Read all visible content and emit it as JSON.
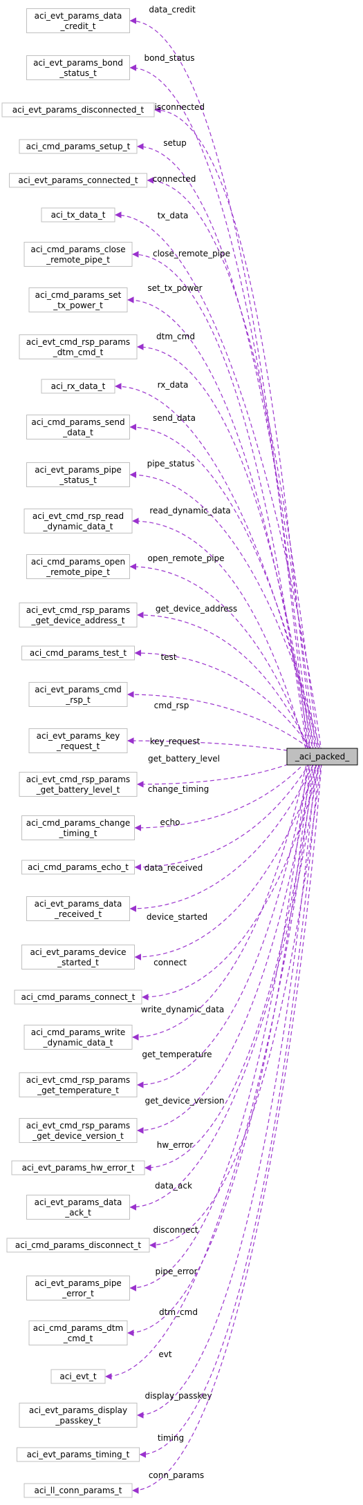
{
  "diagram": {
    "main_node": "_aci_packed_",
    "colors": {
      "edge": "#9a32cd",
      "node_border": "#bfbfbf",
      "main_fill": "#bfbfbf",
      "main_border": "#000000"
    },
    "nodes": [
      {
        "lines": [
          "aci_evt_params_data",
          "_credit_t"
        ],
        "edge_label": "data_credit"
      },
      {
        "lines": [
          "aci_evt_params_bond",
          "_status_t"
        ],
        "edge_label": "bond_status"
      },
      {
        "lines": [
          "aci_evt_params_disconnected_t"
        ],
        "edge_label": "disconnected"
      },
      {
        "lines": [
          "aci_cmd_params_setup_t"
        ],
        "edge_label": "setup"
      },
      {
        "lines": [
          "aci_evt_params_connected_t"
        ],
        "edge_label": "connected"
      },
      {
        "lines": [
          "aci_tx_data_t"
        ],
        "edge_label": "tx_data"
      },
      {
        "lines": [
          "aci_cmd_params_close",
          "_remote_pipe_t"
        ],
        "edge_label": "close_remote_pipe"
      },
      {
        "lines": [
          "aci_cmd_params_set",
          "_tx_power_t"
        ],
        "edge_label": "set_tx_power"
      },
      {
        "lines": [
          "aci_evt_cmd_rsp_params",
          "_dtm_cmd_t"
        ],
        "edge_label": "dtm_cmd"
      },
      {
        "lines": [
          "aci_rx_data_t"
        ],
        "edge_label": "rx_data"
      },
      {
        "lines": [
          "aci_cmd_params_send",
          "_data_t"
        ],
        "edge_label": "send_data"
      },
      {
        "lines": [
          "aci_evt_params_pipe",
          "_status_t"
        ],
        "edge_label": "pipe_status"
      },
      {
        "lines": [
          "aci_evt_cmd_rsp_read",
          "_dynamic_data_t"
        ],
        "edge_label": "read_dynamic_data"
      },
      {
        "lines": [
          "aci_cmd_params_open",
          "_remote_pipe_t"
        ],
        "edge_label": "open_remote_pipe"
      },
      {
        "lines": [
          "aci_evt_cmd_rsp_params",
          "_get_device_address_t"
        ],
        "edge_label": "get_device_address"
      },
      {
        "lines": [
          "aci_cmd_params_test_t"
        ],
        "edge_label": "test"
      },
      {
        "lines": [
          "aci_evt_params_cmd",
          "_rsp_t"
        ],
        "edge_label": "cmd_rsp"
      },
      {
        "lines": [
          "aci_evt_params_key",
          "_request_t"
        ],
        "edge_label": "key_request"
      },
      {
        "lines": [
          "aci_evt_cmd_rsp_params",
          "_get_battery_level_t"
        ],
        "edge_label": "get_battery_level"
      },
      {
        "lines": [
          "aci_cmd_params_change",
          "_timing_t"
        ],
        "edge_label": "change_timing"
      },
      {
        "lines": [
          "aci_cmd_params_echo_t"
        ],
        "edge_label": "echo"
      },
      {
        "lines": [
          "aci_evt_params_data",
          "_received_t"
        ],
        "edge_label": "data_received"
      },
      {
        "lines": [
          "aci_evt_params_device",
          "_started_t"
        ],
        "edge_label": "device_started"
      },
      {
        "lines": [
          "aci_cmd_params_connect_t"
        ],
        "edge_label": "connect"
      },
      {
        "lines": [
          "aci_cmd_params_write",
          "_dynamic_data_t"
        ],
        "edge_label": "write_dynamic_data"
      },
      {
        "lines": [
          "aci_evt_cmd_rsp_params",
          "_get_temperature_t"
        ],
        "edge_label": "get_temperature"
      },
      {
        "lines": [
          "aci_evt_cmd_rsp_params",
          "_get_device_version_t"
        ],
        "edge_label": "get_device_version"
      },
      {
        "lines": [
          "aci_evt_params_hw_error_t"
        ],
        "edge_label": "hw_error"
      },
      {
        "lines": [
          "aci_evt_params_data",
          "_ack_t"
        ],
        "edge_label": "data_ack"
      },
      {
        "lines": [
          "aci_cmd_params_disconnect_t"
        ],
        "edge_label": "disconnect"
      },
      {
        "lines": [
          "aci_evt_params_pipe",
          "_error_t"
        ],
        "edge_label": "pipe_error"
      },
      {
        "lines": [
          "aci_cmd_params_dtm",
          "_cmd_t"
        ],
        "edge_label": "dtm_cmd"
      },
      {
        "lines": [
          "aci_evt_t"
        ],
        "edge_label": "evt"
      },
      {
        "lines": [
          "aci_evt_params_display",
          "_passkey_t"
        ],
        "edge_label": "display_passkey"
      },
      {
        "lines": [
          "aci_evt_params_timing_t"
        ],
        "edge_label": "timing"
      },
      {
        "lines": [
          "aci_ll_conn_params_t"
        ],
        "edge_label": "conn_params"
      }
    ]
  }
}
